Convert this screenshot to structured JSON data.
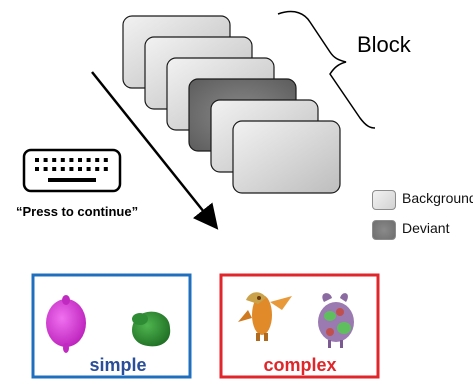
{
  "block_label": "Block",
  "prompt_text": "“Press to continue”",
  "legend": [
    {
      "label": "Background",
      "color": "#d2d2d2"
    },
    {
      "label": "Deviant",
      "color": "#6e6e6e"
    }
  ],
  "conditions": {
    "simple": {
      "label": "simple",
      "border_color": "#1f6fbf",
      "label_color": "#2a4f9a"
    },
    "complex": {
      "label": "complex",
      "border_color": "#e0262a",
      "label_color": "#e0262a"
    }
  },
  "cards": [
    {
      "type": "background",
      "color": "#d2d2d2"
    },
    {
      "type": "background",
      "color": "#d2d2d2"
    },
    {
      "type": "background",
      "color": "#d2d2d2"
    },
    {
      "type": "deviant",
      "color": "#6e6e6e"
    },
    {
      "type": "background",
      "color": "#d2d2d2"
    },
    {
      "type": "background",
      "color": "#d2d2d2"
    }
  ],
  "icons": {
    "keyboard": "keyboard-icon",
    "arrow": "time-arrow-icon",
    "brace": "curly-brace-icon"
  }
}
